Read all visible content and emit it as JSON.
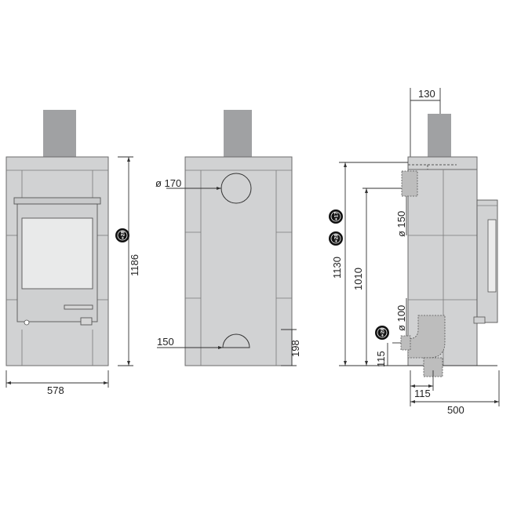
{
  "dimensions": {
    "front_width": "578",
    "front_height": "1186",
    "side_flue_diameter": "ø 170",
    "back_bottom_opening": "150",
    "back_bottom_height": "198",
    "top_offset": "130",
    "height_total": "1130",
    "height_top_outlet": "1010",
    "top_pipe_diameter": "ø 150",
    "bottom_pipe_diameter": "ø 100",
    "bottom_pipe_height": "115",
    "bottom_pipe_offset": "115",
    "depth": "500"
  },
  "badges": {
    "front": "+28",
    "side_upper": "+17",
    "side_mid": "+28",
    "side_lower": "+28"
  },
  "colors": {
    "stove_body": "#d1d2d3",
    "flue": "#a0a1a3",
    "badge": "#111111"
  }
}
